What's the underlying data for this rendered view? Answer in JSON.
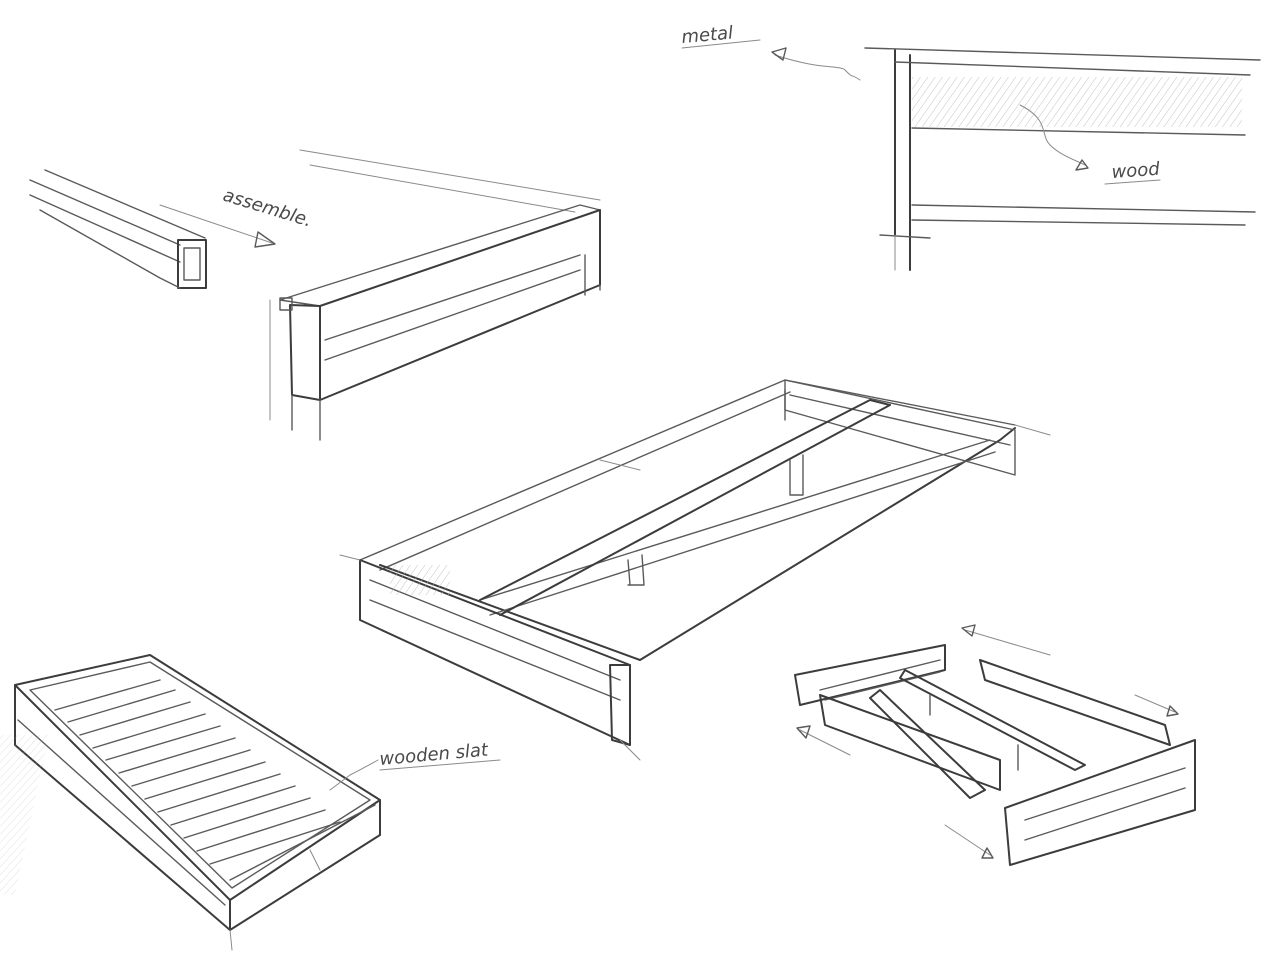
{
  "annotations": {
    "metal": "metal",
    "assemble": "assemble.",
    "wood": "wood",
    "wooden_slat": "wooden slat"
  },
  "colors": {
    "paper": "#ffffff",
    "pencil": "#5a5a5a",
    "shading": "#b4b4b4"
  }
}
